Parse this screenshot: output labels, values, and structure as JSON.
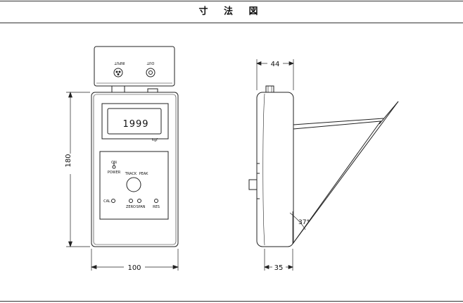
{
  "header": {
    "title": "寸 法 図"
  },
  "front_view": {
    "connector_left_label": "INPUT",
    "connector_right_label": "OUT",
    "display_value": "1999",
    "display_unit": "kgf",
    "power_label": "POWER",
    "on_label": "ON",
    "track_label": "TRACK",
    "peak_label": "PEAK",
    "cal_label": "CAL",
    "zero_label": "ZERO",
    "span_label": "SPAN",
    "res_label": "RES",
    "height_dim": "180",
    "width_dim": "100"
  },
  "side_view": {
    "top_dim": "44",
    "bottom_dim": "35",
    "angle_dim": "37°"
  }
}
